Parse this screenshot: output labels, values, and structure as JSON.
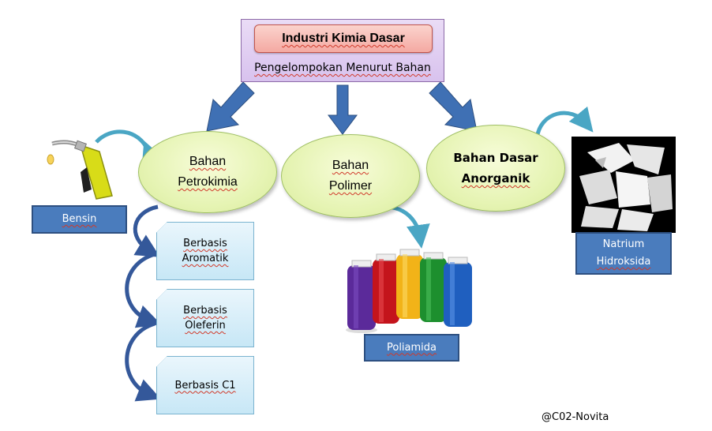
{
  "header": {
    "title": "Industri Kimia Dasar",
    "subtitle": "Pengelompokan Menurut Bahan"
  },
  "categories": [
    {
      "line1": "Bahan",
      "line2": "Petrokimia"
    },
    {
      "line1": "Bahan",
      "line2": "Polimer"
    },
    {
      "line1": "Bahan Dasar",
      "line2": "Anorganik"
    }
  ],
  "examples": {
    "bensin": "Bensin",
    "poliamida": "Poliamida",
    "natrium_line1": "Natrium",
    "natrium_line2": "Hidroksida"
  },
  "petrokimia_types": [
    {
      "line1": "Berbasis",
      "line2": "Aromatik"
    },
    {
      "line1": "Berbasis",
      "line2": "Oleferin"
    },
    {
      "line1": "Berbasis C1"
    }
  ],
  "credit": "@C02-Novita",
  "colors": {
    "arrow_blue": "#3f70b4",
    "curve_teal": "#4aa6c4",
    "label_box_blue": "#4a7cbd",
    "ellipse_green": "#e6f4b4",
    "title_pink": "#f4a9a2",
    "header_purple": "#d8c2ee"
  }
}
